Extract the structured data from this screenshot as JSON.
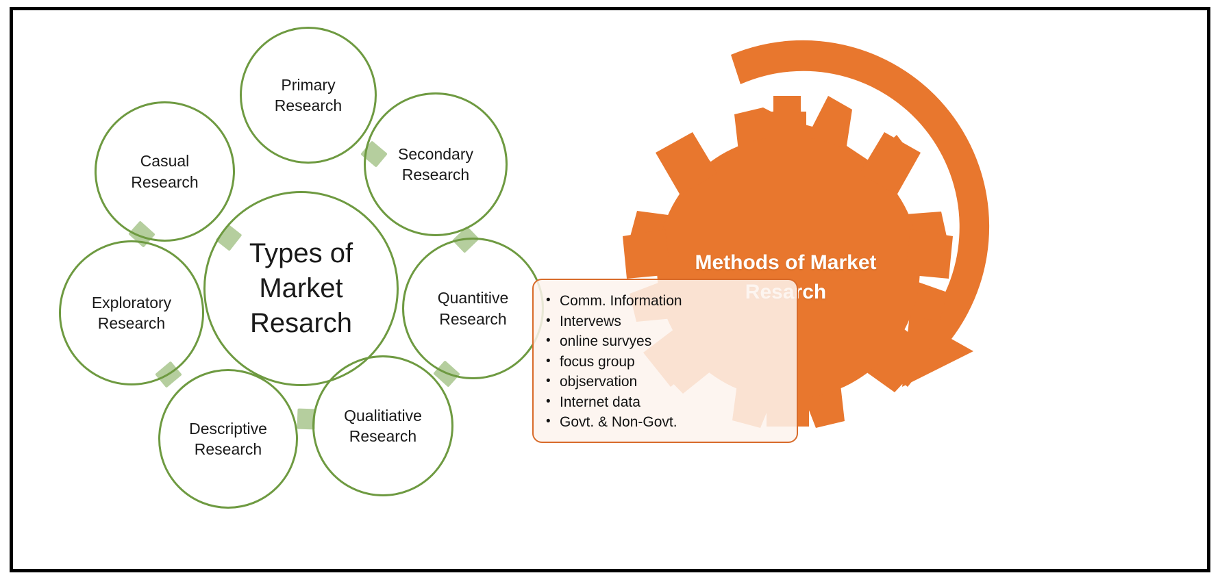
{
  "diagram": {
    "title": "Types of Market Resarch",
    "center_label": "Types of\nMarket\nResarch",
    "frame_color": "#000000",
    "circle_outline_color": "#6E9A41",
    "connector_color": "#9CBE7E",
    "accent_orange": "#E8772E",
    "callout_border": "#D86B2A",
    "callout_fill": "#FDF3ED"
  },
  "center_circle": {
    "line1": "Types of",
    "line2": "Market",
    "line3": "Resarch"
  },
  "satellites": [
    {
      "id": "primary",
      "line1": "Primary",
      "line2": "Research"
    },
    {
      "id": "secondary",
      "line1": "Secondary",
      "line2": "Research"
    },
    {
      "id": "quantitive",
      "line1": "Quantitive",
      "line2": "Research"
    },
    {
      "id": "qualitiative",
      "line1": "Qualitiative",
      "line2": "Research"
    },
    {
      "id": "descriptive",
      "line1": "Descriptive",
      "line2": "Research"
    },
    {
      "id": "exploratory",
      "line1": "Exploratory",
      "line2": "Research"
    },
    {
      "id": "casual",
      "line1": "Casual",
      "line2": "Research"
    }
  ],
  "methods": {
    "title_line1": "Methods of Market",
    "title_line2": "Resarch",
    "items": [
      "Comm. Information",
      "Intervews",
      "online survyes",
      "focus group",
      "objservation",
      "Internet data",
      "Govt. & Non-Govt."
    ]
  },
  "chart_data": {
    "type": "diagram",
    "title": "Types of Market Resarch",
    "hub": "Types of Market Resarch",
    "nodes": [
      "Primary Research",
      "Secondary Research",
      "Quantitive Research",
      "Qualitiative Research",
      "Descriptive Research",
      "Exploratory Research",
      "Casual Research"
    ],
    "side_panel_title": "Methods of Market Resarch",
    "side_panel_items": [
      "Comm. Information",
      "Intervews",
      "online survyes",
      "focus group",
      "objservation",
      "Internet data",
      "Govt. & Non-Govt."
    ]
  }
}
